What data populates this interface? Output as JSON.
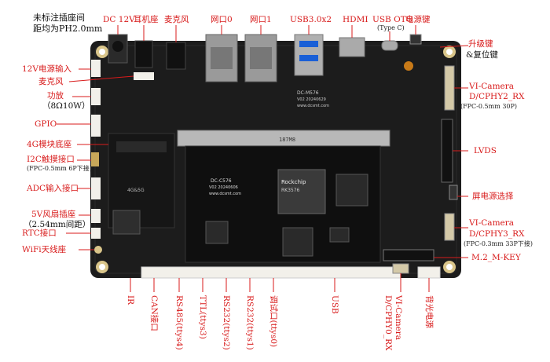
{
  "note": {
    "line1": "未标注插座间",
    "line2": "距均为PH2.0mm"
  },
  "top_labels": {
    "dc12v": "DC 12V",
    "earphone": "耳机座",
    "mic_top": "麦克风",
    "lan0": "网口0",
    "lan1": "网口1",
    "usb3": "USB3.0x2",
    "hdmi": "HDMI",
    "usbotg": "USB OTG",
    "usbotg_sub": "(Type C)",
    "power_key": "电源键"
  },
  "left_labels": {
    "pwr12v": "12V电源输入",
    "mic": "麦克风",
    "amp": "功放",
    "amp_sub": "（8Ω10W）",
    "gpio": "GPIO",
    "lte": "4G模块底座",
    "i2c": "I2C触摸接口",
    "i2c_sub": "(FPC-0.5mm 6P下接)",
    "adc": "ADC输入接口",
    "fan": "5V风扇插座",
    "fan_sub": "（2.54mm间距）",
    "rtc": "RTC接口",
    "wifi": "WiFi天线座"
  },
  "right_labels": {
    "upgrade": "升级键",
    "reset": "&复位键",
    "cam2": "VI-Camera",
    "cam2_b": "D/CPHY2_RX",
    "cam2_sub": "(FPC-0.5mm 30P)",
    "lvds": "LVDS",
    "screen_pwr": "屏电源选择",
    "cam3": "VI-Camera",
    "cam3_b": "D/CPHY3_RX",
    "cam3_sub": "(FPC-0.3mm 33P下接)",
    "m2": "M.2_M-KEY"
  },
  "bottom_labels": {
    "ir": "IR",
    "can": "CAN接口",
    "rs485": "RS485(ttys4)",
    "ttl": "TTL(ttys3)",
    "rs232a": "RS232(ttys2)",
    "rs232b": "RS232(ttys1)",
    "debug": "调试口(ttys0)",
    "usb": "USB",
    "cam0": "VI-Camera",
    "cam0_b": "D/CPHY0_RX",
    "backlight": "背光电源"
  },
  "board": {
    "som_name": "DC-C576",
    "som_ver": "V02 20240606",
    "som_url": "www.dcsmt.com",
    "soc_brand": "Rockchip",
    "soc_model": "RK3576",
    "base_name": "DC-M576",
    "base_ver": "V02 20240629",
    "base_url": "www.dcsmt.com",
    "lte_text": "4G&5G",
    "socket_text": "187M8"
  },
  "colors": {
    "label": "#d81b1b",
    "pcb": "#1b1b1b",
    "connector": "#f2f0ea",
    "pad": "#c8a85a"
  }
}
